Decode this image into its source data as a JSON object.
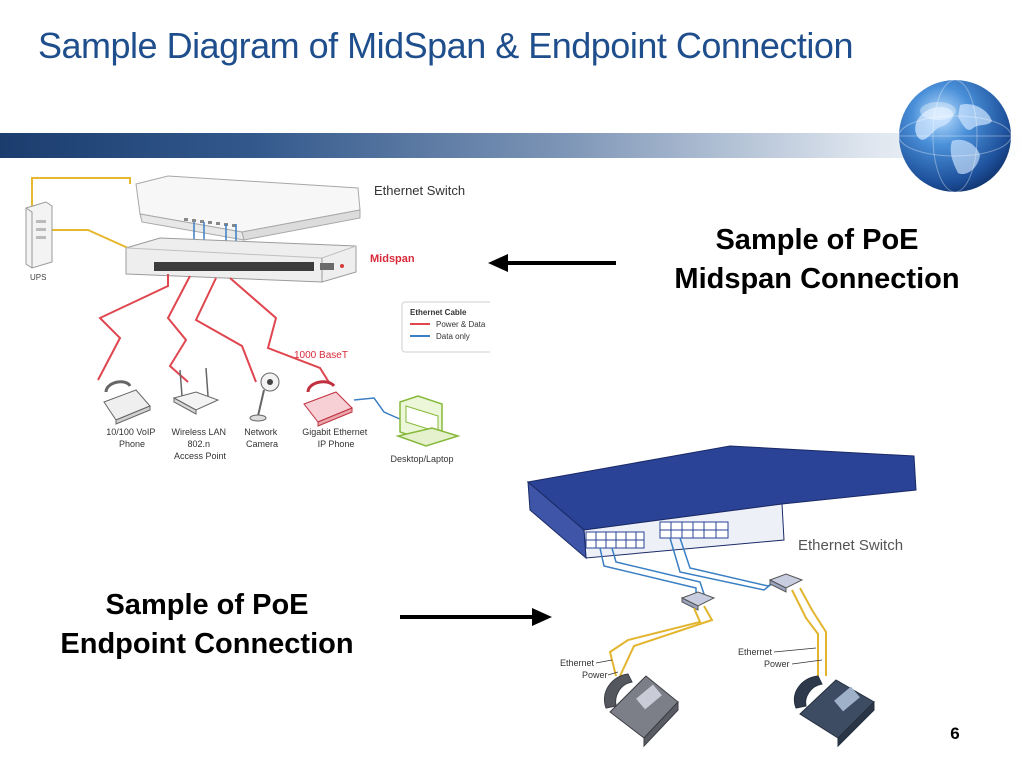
{
  "slide": {
    "title": "Sample Diagram of MidSpan & Endpoint Connection",
    "page_number": "6"
  },
  "colors": {
    "title": "#1f4e8c",
    "power_and_data_cable": "#e0464f",
    "data_only_cable": "#3a7fc4",
    "ups_cable": "#e6b830",
    "switch_blue": "#2a4396"
  },
  "midspan_diagram": {
    "switch_label": "Ethernet Switch",
    "midspan_label": "Midspan",
    "ups_label": "UPS",
    "cable_speed_label": "1000 BaseT",
    "legend": {
      "title": "Ethernet Cable",
      "items": [
        "Power & Data",
        "Data only"
      ]
    },
    "devices": [
      {
        "line1": "10/100 VoIP",
        "line2": "Phone",
        "line3": ""
      },
      {
        "line1": "Wireless LAN",
        "line2": "802.n",
        "line3": "Access Point"
      },
      {
        "line1": "Network",
        "line2": "Camera",
        "line3": ""
      },
      {
        "line1": "Gigabit Ethernet",
        "line2": "IP Phone",
        "line3": ""
      },
      {
        "line1": "Desktop/Laptop",
        "line2": "",
        "line3": ""
      }
    ]
  },
  "midspan_caption": {
    "line1": "Sample of PoE",
    "line2": "Midspan Connection"
  },
  "endpoint_diagram": {
    "switch_label": "Ethernet Switch",
    "left_labels": [
      "Ethernet",
      "Power"
    ],
    "right_labels": [
      "Ethernet",
      "Power"
    ]
  },
  "endpoint_caption": {
    "line1": "Sample of PoE",
    "line2": "Endpoint Connection"
  }
}
